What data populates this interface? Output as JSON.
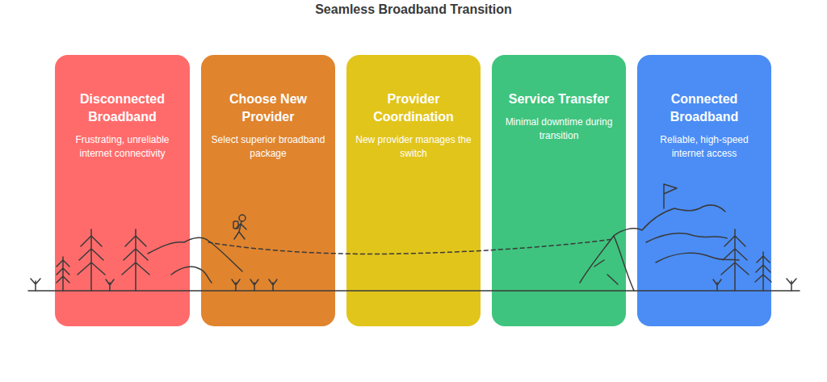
{
  "diagram": {
    "title": "Seamless Broadband Transition",
    "nodes": [
      {
        "text": [
          "Disconnected Broadband",
          "Frustrating, unreliable internet connectivity"
        ]
      },
      {
        "text": [
          "Choose New Provider",
          "Select superior broadband package"
        ]
      },
      {
        "text": [
          "Provider Coordination",
          "New provider manages the switch"
        ]
      },
      {
        "text": [
          "Service Transfer",
          "Minimal downtime during transition"
        ]
      },
      {
        "text": [
          "Connected Broadband",
          "Reliable, high-speed internet access"
        ]
      }
    ]
  }
}
